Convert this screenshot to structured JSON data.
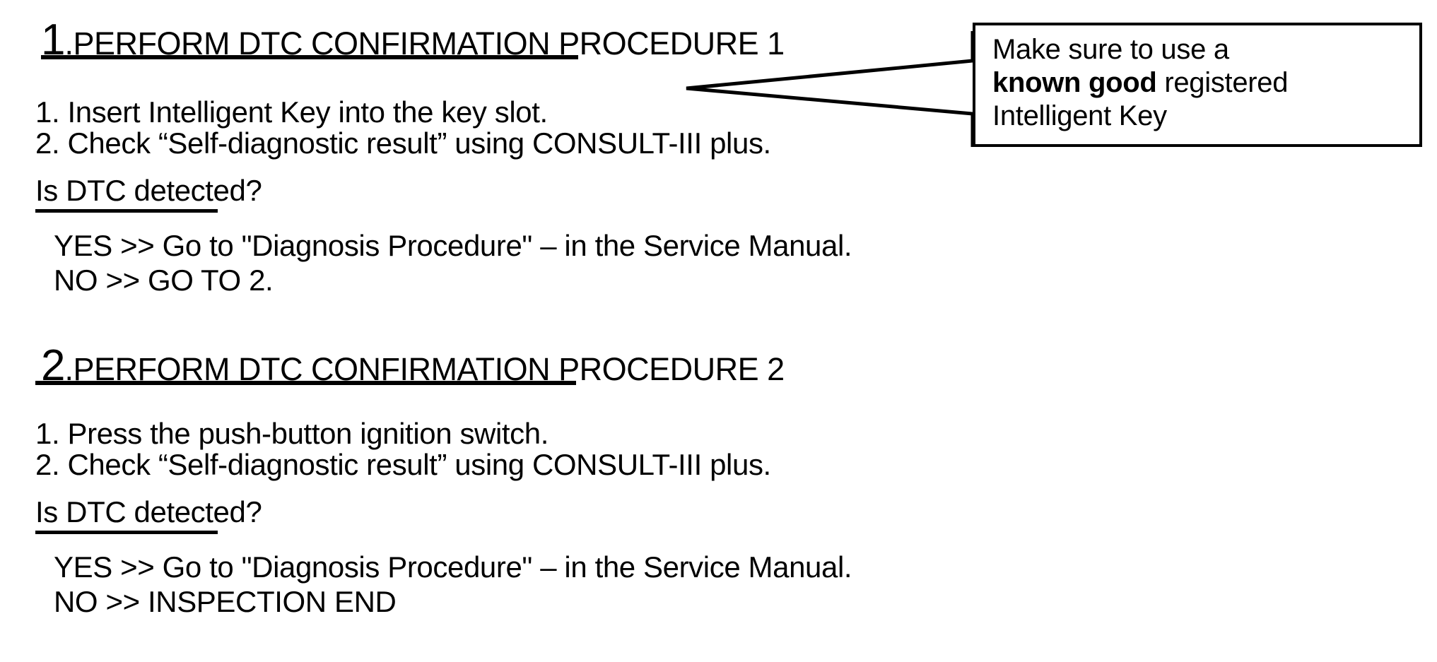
{
  "document": {
    "type": "diagnostic-flow-procedure",
    "sections": [
      {
        "number": "1",
        "heading_rest": ".PERFORM DTC CONFIRMATION PROCEDURE 1",
        "steps": [
          "1. Insert Intelligent Key into the key slot.",
          "2. Check “Self-diagnostic result” using CONSULT-III plus."
        ],
        "question": "Is DTC detected?",
        "question_underlined": "Is DTC detected",
        "outcomes": [
          "YES >> Go to \"Diagnosis Procedure\" – in the Service Manual.",
          "NO >> GO TO 2."
        ]
      },
      {
        "number": "2",
        "heading_rest": ".PERFORM DTC CONFIRMATION PROCEDURE 2",
        "steps": [
          "1. Press the push-button ignition switch.",
          "2. Check “Self-diagnostic result” using CONSULT-III plus."
        ],
        "question": "Is DTC detected?",
        "question_underlined": "Is DTC detected",
        "outcomes": [
          "YES >> Go to \"Diagnosis Procedure\" – in the Service Manual.",
          "NO >> INSPECTION END"
        ]
      }
    ]
  },
  "callout": {
    "line1": "Make sure to use a",
    "line2_bold": "known good",
    "line2_rest": " registered",
    "line3": "Intelligent Key",
    "border_color": "#000000",
    "background_color": "#ffffff"
  },
  "colors": {
    "text": "#000000",
    "page_background": "#ffffff",
    "rule": "#000000"
  }
}
